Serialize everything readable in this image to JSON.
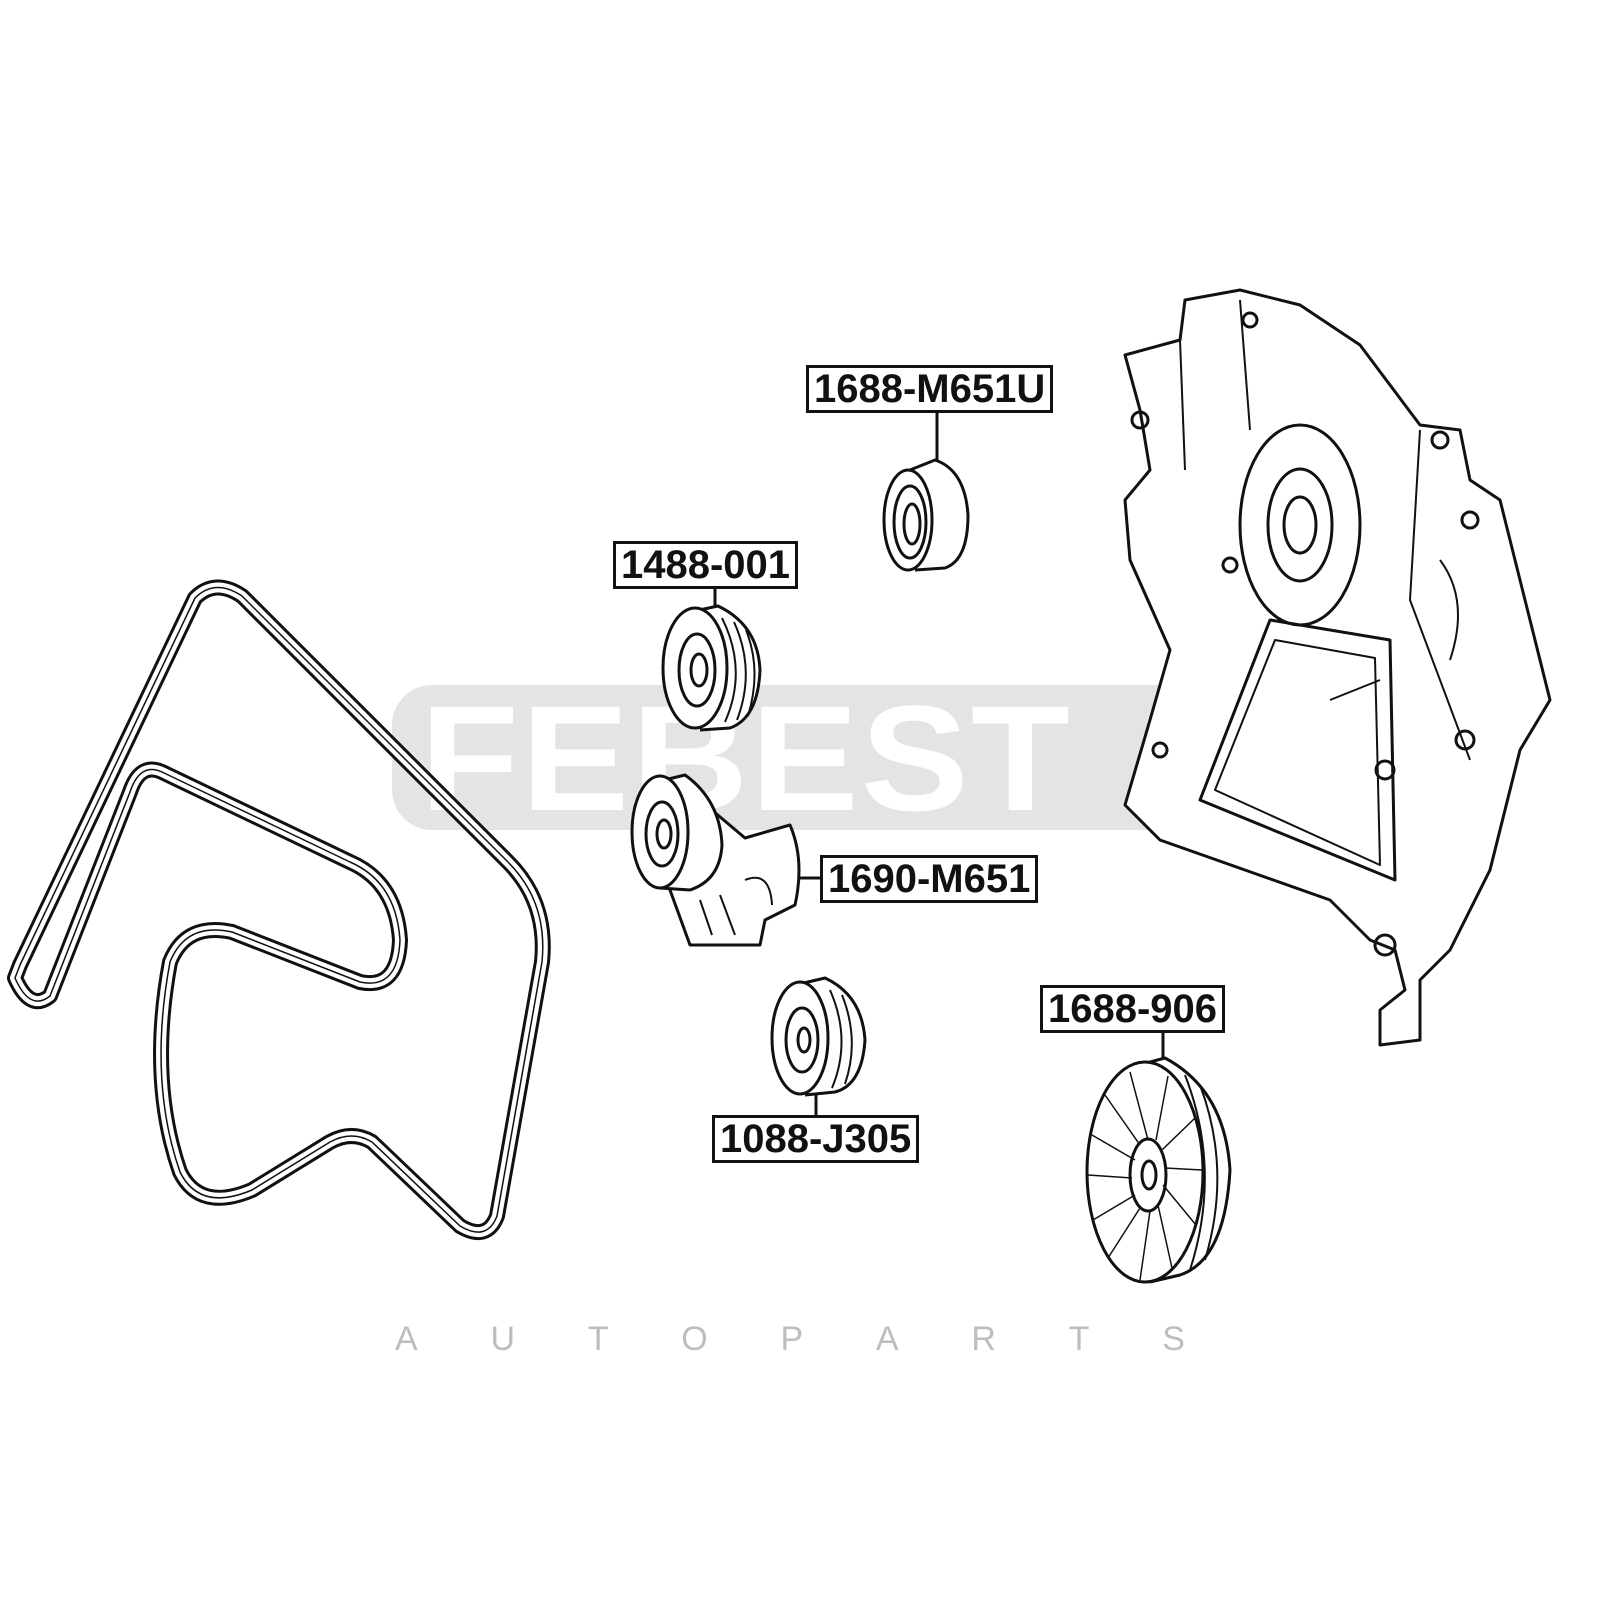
{
  "watermark": {
    "brand": "FEBEST",
    "sub_letters": [
      "A",
      "U",
      "T",
      "O",
      "P",
      "A",
      "R",
      "T",
      "S"
    ]
  },
  "parts": [
    {
      "id": "idler-bearing",
      "label": "1688-M651U"
    },
    {
      "id": "idler-pulley-upper",
      "label": "1488-001"
    },
    {
      "id": "belt-tensioner",
      "label": "1690-M651"
    },
    {
      "id": "idler-pulley-large",
      "label": "1688-906"
    },
    {
      "id": "idler-pulley-lower",
      "label": "1088-J305"
    }
  ],
  "colors": {
    "line": "#111111",
    "watermark_bg": "#e4e4e4",
    "watermark_sub": "#bdbdbd"
  }
}
